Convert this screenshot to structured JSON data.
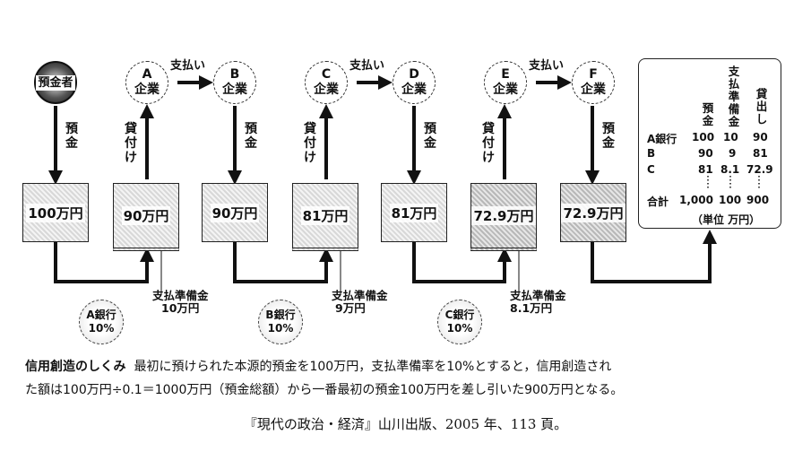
{
  "companies": {
    "depositor": "預金者",
    "a": [
      "A",
      "企業"
    ],
    "b": [
      "B",
      "企業"
    ],
    "c": [
      "C",
      "企業"
    ],
    "d": [
      "D",
      "企業"
    ],
    "e": [
      "E",
      "企業"
    ],
    "f": [
      "F",
      "企業"
    ]
  },
  "payment_label": "支払い",
  "deposit_label": "預金",
  "loan_label": "貸付け",
  "boxes": [
    "100万円",
    "90万円",
    "90万円",
    "81万円",
    "81万円",
    "72.9万円",
    "72.9万円"
  ],
  "reserves": [
    [
      "支払準備金",
      "10万円"
    ],
    [
      "支払準備金",
      "9万円"
    ],
    [
      "支払準備金",
      "8.1万円"
    ]
  ],
  "banks": [
    [
      "A銀行",
      "10%"
    ],
    [
      "B銀行",
      "10%"
    ],
    [
      "C銀行",
      "10%"
    ]
  ],
  "table": {
    "headers": [
      "預金",
      "支払準備金",
      "貸出し"
    ],
    "rows": [
      {
        "label": "A銀行",
        "deposit": "100",
        "reserve": "10",
        "loan": "90"
      },
      {
        "label": "B",
        "deposit": "90",
        "reserve": "9",
        "loan": "81"
      },
      {
        "label": "C",
        "deposit": "81",
        "reserve": "8.1",
        "loan": "72.9"
      }
    ],
    "total": {
      "label": "合計",
      "deposit": "1,000",
      "reserve": "100",
      "loan": "900"
    },
    "unit": "（単位 万円）"
  },
  "caption": {
    "title": "信用創造のしくみ",
    "line1": "最初に預けられた本源的預金を100万円，支払準備率を10%とすると，信用創造され",
    "line2": "た額は100万円÷0.1＝1000万円（預金総額）から一番最初の預金100万円を差し引いた900万円となる。"
  },
  "source": "『現代の政治・経済』山川出版、2005 年、113 頁。"
}
